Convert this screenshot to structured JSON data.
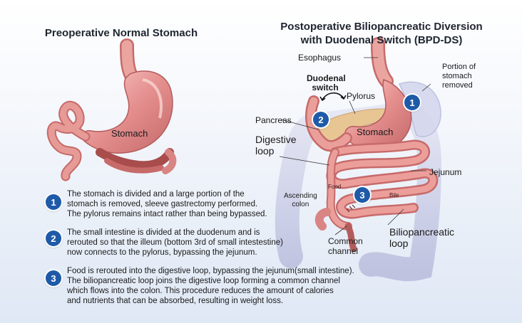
{
  "titles": {
    "left": "Preoperative Normal Stomach",
    "right_line1": "Postoperative Biliopancreatic Diversion",
    "right_line2": "with Duodenal Switch (BPD-DS)"
  },
  "labels": {
    "stomach_left": "Stomach",
    "esophagus": "Esophagus",
    "portion_removed_1": "Portion of",
    "portion_removed_2": "stomach",
    "portion_removed_3": "removed",
    "duodenal_switch_1": "Duodenal",
    "duodenal_switch_2": "switch",
    "pylorus": "Pylorus",
    "pancreas": "Pancreas",
    "stomach_right": "Stomach",
    "digestive_loop_1": "Digestive",
    "digestive_loop_2": "loop",
    "jejunum": "Jejunum",
    "food": "Food",
    "bile": "Bile",
    "ascending_colon_1": "Ascending",
    "ascending_colon_2": "colon",
    "biliopancreatic_loop_1": "Biliopancreatic",
    "biliopancreatic_loop_2": "loop",
    "common_channel_1": "Common",
    "common_channel_2": "channel"
  },
  "badges": {
    "b1": "1",
    "b2": "2",
    "b3": "3"
  },
  "notes": [
    {
      "number": "1",
      "lines": [
        "The stomach is divided and a large portion of the",
        "stomach is removed, sleeve gastrectomy performed.",
        "The pylorus remains intact rather than being bypassed."
      ]
    },
    {
      "number": "2",
      "lines": [
        "The small intestine is divided at the duodenum and is",
        "rerouted so that the illeum (bottom 3rd of small intestestine)",
        "now connects to the pylorus, bypassing the jejunum."
      ]
    },
    {
      "number": "3",
      "lines": [
        "Food is rerouted into the digestive loop, bypassing the jejunum(small intestine).",
        "The biliopancreatic loop joins the digestive loop forming a common channel",
        "which flows into the colon. This procedure reduces the amount of calories",
        "and nutrients that can be absorbed, resulting in weight loss."
      ]
    }
  ],
  "colors": {
    "tissue": "#e58f8f",
    "tissue_dark": "#c76a6a",
    "tissue_light": "#f7c3bd",
    "colon_ghost": "#c9cbe6",
    "pancreas": "#e8c694",
    "badge": "#1e5aa8"
  }
}
